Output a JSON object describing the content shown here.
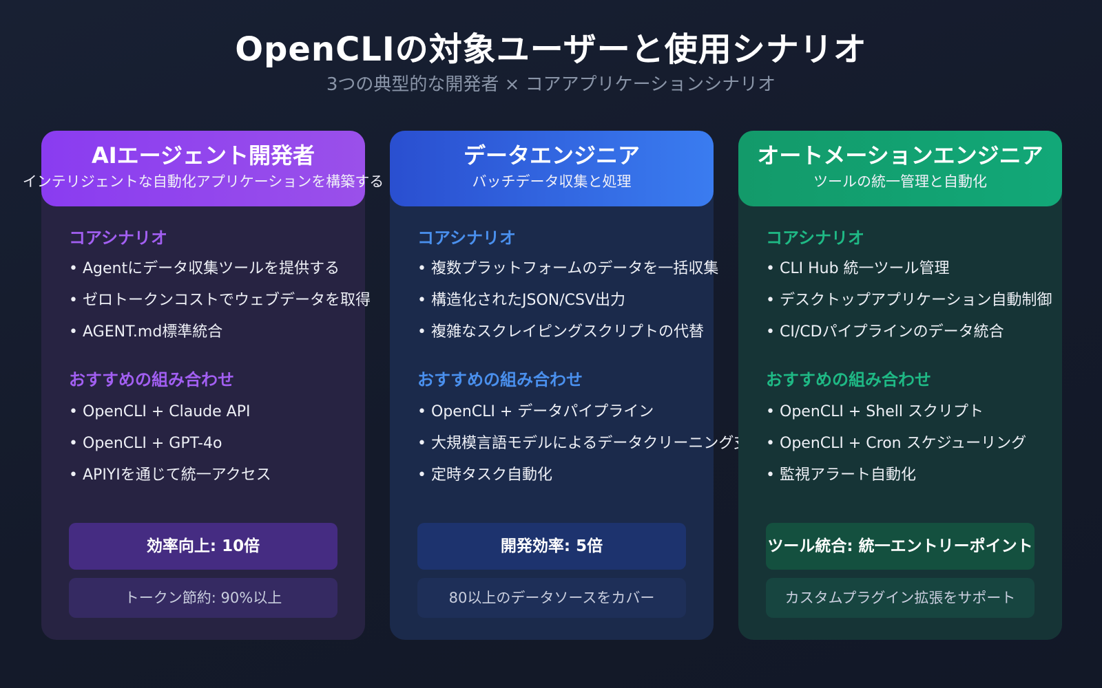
{
  "header": {
    "title": "OpenCLIの対象ユーザーと使用シナリオ",
    "subtitle": "3つの典型的な開発者 × コアアプリケーションシナリオ"
  },
  "cards": [
    {
      "title": "AIエージェント開発者",
      "tagline": "インテリジェントな自動化アプリケーションを構築する",
      "accent": "#a25ff2",
      "scenario_heading": "コアシナリオ",
      "scenarios": [
        "Agentにデータ収集ツールを提供する",
        "ゼロトークンコストでウェブデータを取得",
        "AGENT.md標準統合"
      ],
      "combo_heading": "おすすめの組み合わせ",
      "combos": [
        "OpenCLI + Claude API",
        "OpenCLI + GPT-4o",
        "APIYIを通じて統一アクセス"
      ],
      "metric_primary": "効率向上: 10倍",
      "metric_secondary": "トークン節約: 90%以上"
    },
    {
      "title": "データエンジニア",
      "tagline": "バッチデータ収集と処理",
      "accent": "#4a90ee",
      "scenario_heading": "コアシナリオ",
      "scenarios": [
        "複数プラットフォームのデータを一括収集",
        "構造化されたJSON/CSV出力",
        "複雑なスクレイピングスクリプトの代替"
      ],
      "combo_heading": "おすすめの組み合わせ",
      "combos": [
        "OpenCLI + データパイプライン",
        "大規模言語モデルによるデータクリーニング支援",
        "定時タスク自動化"
      ],
      "metric_primary": "開発効率: 5倍",
      "metric_secondary": "80以上のデータソースをカバー"
    },
    {
      "title": "オートメーションエンジニア",
      "tagline": "ツールの統一管理と自動化",
      "accent": "#1fb985",
      "scenario_heading": "コアシナリオ",
      "scenarios": [
        "CLI Hub 統一ツール管理",
        "デスクトップアプリケーション自動制御",
        "CI/CDパイプラインのデータ統合"
      ],
      "combo_heading": "おすすめの組み合わせ",
      "combos": [
        "OpenCLI + Shell スクリプト",
        "OpenCLI + Cron スケジューリング",
        "監視アラート自動化"
      ],
      "metric_primary": "ツール統合: 統一エントリーポイント",
      "metric_secondary": "カスタムプラグイン拡張をサポート"
    }
  ]
}
